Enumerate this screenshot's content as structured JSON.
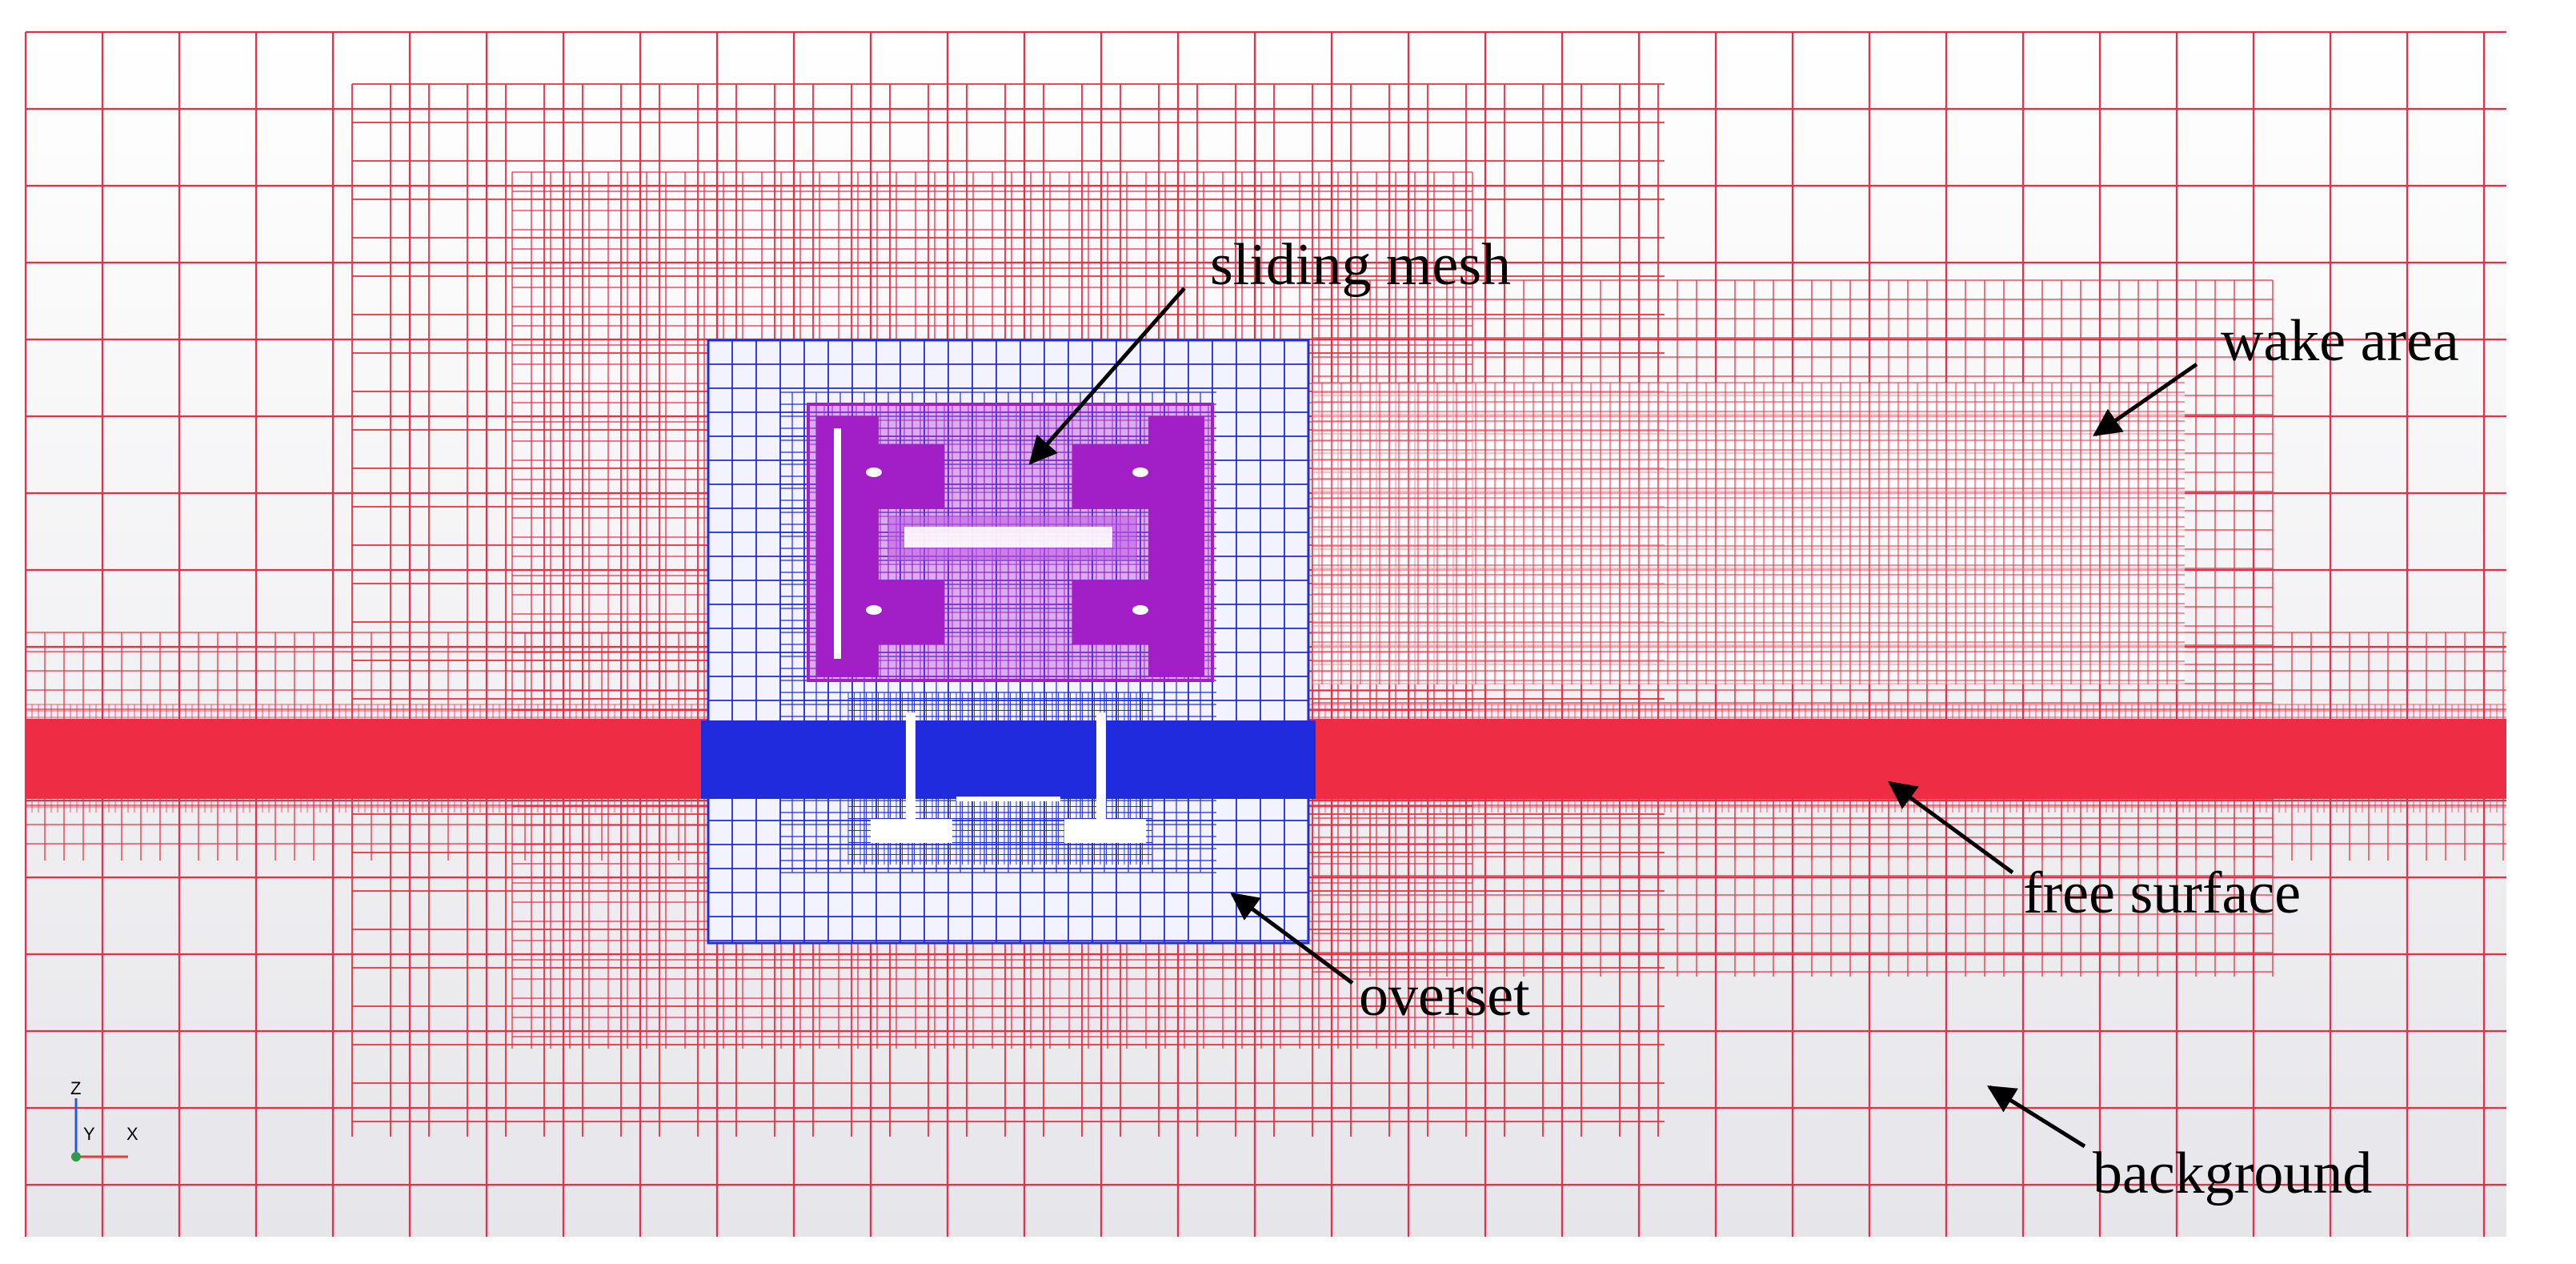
{
  "labels": {
    "sliding_mesh": "sliding mesh",
    "wake_area": "wake area",
    "free_surface": "free surface",
    "overset": "overset",
    "background": "background"
  },
  "axes_triad": {
    "z": "Z",
    "y": "Y",
    "x": "X"
  },
  "colors": {
    "background_mesh": "#ee2c44",
    "overset_mesh": "#1f2bdc",
    "sliding_mesh": "#a21ec6",
    "canvas_top": "#ffffff",
    "canvas_bottom": "#e9e9ec"
  }
}
